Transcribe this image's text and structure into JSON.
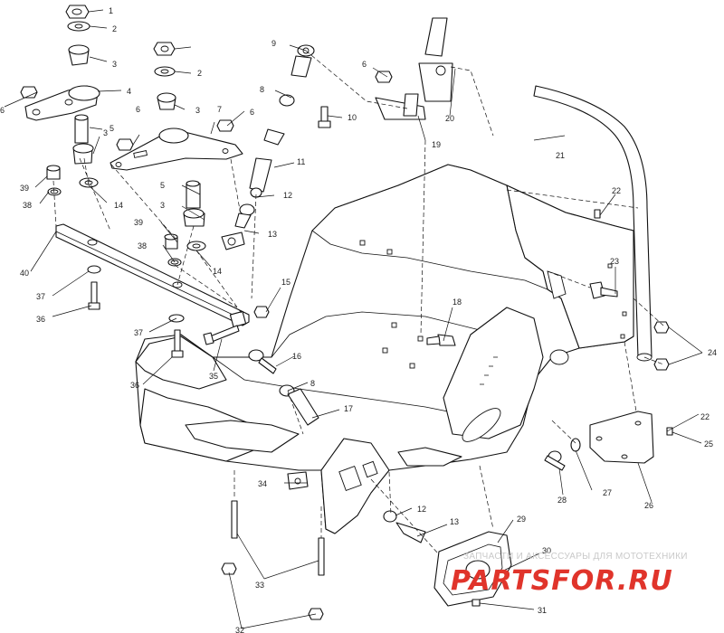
{
  "callouts": [
    {
      "id": "c1",
      "text": "1"
    },
    {
      "id": "c2a",
      "text": "2"
    },
    {
      "id": "c3a",
      "text": "3"
    },
    {
      "id": "c4",
      "text": "4"
    },
    {
      "id": "c6a",
      "text": "6"
    },
    {
      "id": "c5a",
      "text": "5"
    },
    {
      "id": "c3b",
      "text": "3"
    },
    {
      "id": "c39a",
      "text": "39"
    },
    {
      "id": "c38a",
      "text": "38"
    },
    {
      "id": "c14a",
      "text": "14"
    },
    {
      "id": "c2b",
      "text": "2"
    },
    {
      "id": "c6b",
      "text": "6"
    },
    {
      "id": "c3c",
      "text": "3"
    },
    {
      "id": "c7",
      "text": "7"
    },
    {
      "id": "c6c",
      "text": "6"
    },
    {
      "id": "c5b",
      "text": "5"
    },
    {
      "id": "c3d",
      "text": "3"
    },
    {
      "id": "c39b",
      "text": "39"
    },
    {
      "id": "c38b",
      "text": "38"
    },
    {
      "id": "c14b",
      "text": "14"
    },
    {
      "id": "c9",
      "text": "9"
    },
    {
      "id": "c8a",
      "text": "8"
    },
    {
      "id": "c10",
      "text": "10"
    },
    {
      "id": "c11",
      "text": "11"
    },
    {
      "id": "c12a",
      "text": "12"
    },
    {
      "id": "c13a",
      "text": "13"
    },
    {
      "id": "c6d",
      "text": "6"
    },
    {
      "id": "c20",
      "text": "20"
    },
    {
      "id": "c19",
      "text": "19"
    },
    {
      "id": "c21",
      "text": "21"
    },
    {
      "id": "c22a",
      "text": "22"
    },
    {
      "id": "c23",
      "text": "23"
    },
    {
      "id": "c24",
      "text": "24"
    },
    {
      "id": "c40",
      "text": "40"
    },
    {
      "id": "c37a",
      "text": "37"
    },
    {
      "id": "c36a",
      "text": "36"
    },
    {
      "id": "c15",
      "text": "15"
    },
    {
      "id": "c18",
      "text": "18"
    },
    {
      "id": "c37b",
      "text": "37"
    },
    {
      "id": "c35",
      "text": "35"
    },
    {
      "id": "c36b",
      "text": "36"
    },
    {
      "id": "c16",
      "text": "16"
    },
    {
      "id": "c8b",
      "text": "8"
    },
    {
      "id": "c17",
      "text": "17"
    },
    {
      "id": "c22b",
      "text": "22"
    },
    {
      "id": "c25",
      "text": "25"
    },
    {
      "id": "c28",
      "text": "28"
    },
    {
      "id": "c27",
      "text": "27"
    },
    {
      "id": "c26",
      "text": "26"
    },
    {
      "id": "c34",
      "text": "34"
    },
    {
      "id": "c12b",
      "text": "12"
    },
    {
      "id": "c13b",
      "text": "13"
    },
    {
      "id": "c29",
      "text": "29"
    },
    {
      "id": "c30",
      "text": "30"
    },
    {
      "id": "c33",
      "text": "33"
    },
    {
      "id": "c31",
      "text": "31"
    },
    {
      "id": "c32",
      "text": "32"
    }
  ],
  "watermark": {
    "caption": "ЗАПЧАСТИ И АКСЕССУАРЫ ДЛЯ МОТОТЕХНИКИ",
    "brand_left": "PARTS",
    "brand_right": "FOR.RU",
    "brand_color": "#e0342b",
    "brand_dark": "#3a3a3a"
  }
}
